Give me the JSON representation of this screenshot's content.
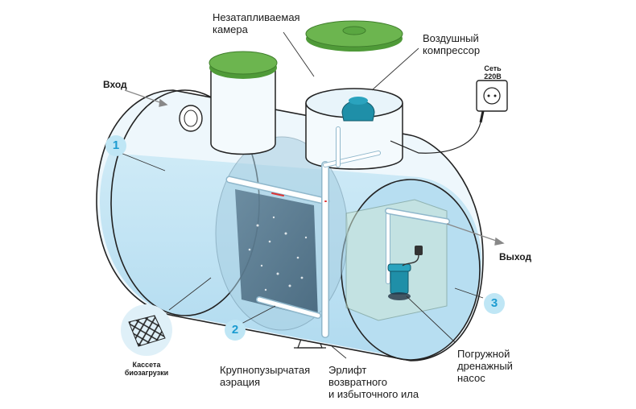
{
  "labels": {
    "inlet": "Вход",
    "outlet": "Выход",
    "chamber": "Незатапливаемая\nкамера",
    "compressor": "Воздушный\nкомпрессор",
    "power": "Сеть\n220В",
    "cassette": "Кассета\nбиозагрузки",
    "aeration": "Крупнопузырчатая\nаэрация",
    "airlift": "Эрлифт\nвозвратного\nи избыточного ила",
    "pump": "Погружной\nдренажный\nнасос"
  },
  "badges": [
    "1",
    "2",
    "3"
  ],
  "colors": {
    "water": "#bfe3f3",
    "lid": "#5da544",
    "pump": "#1f8fa8",
    "badge_text": "#1b9bd0",
    "badge_bg": "#bfe6f5"
  }
}
